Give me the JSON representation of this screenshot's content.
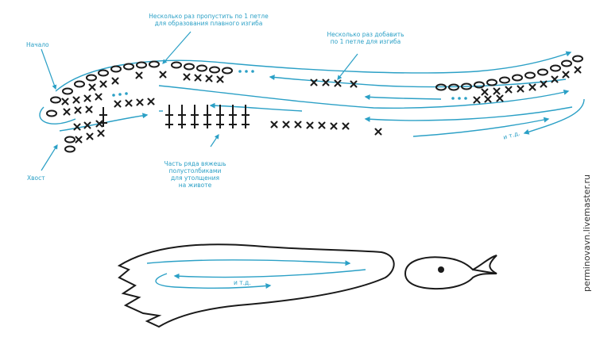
{
  "colors": {
    "accent": "#2ba0c6",
    "ink": "#1a1a1a"
  },
  "labels": {
    "skip": [
      "Несколько раз пропустить по 1 петле",
      "для образования плавного изгиба"
    ],
    "add": [
      "Несколько раз добавить",
      "по 1 петле для изгиба"
    ],
    "start": "Начало",
    "tail": "Хвост",
    "half_dc": [
      "Часть ряда вяжешь",
      "полустолбиками",
      "для утолщения",
      "на животе"
    ],
    "etc_top": "и т.д.",
    "etc_bottom": "и т.д."
  },
  "watermark": "perminovavn.livemaster.ru"
}
